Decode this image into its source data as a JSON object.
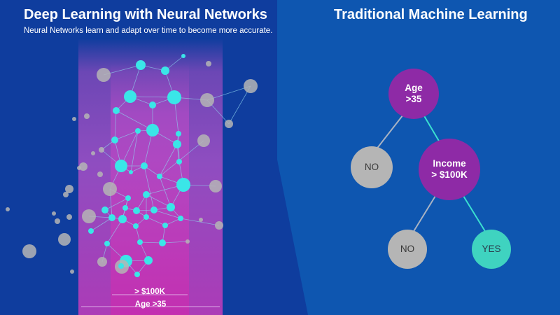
{
  "left_panel": {
    "title": "Deep Learning with Neural Networks",
    "subtitle": "Neural Networks learn and adapt over time to become more accurate.",
    "bands": {
      "inner_label": "> $100K",
      "outer_label": "Age >35"
    }
  },
  "right_panel": {
    "title": "Traditional Machine Learning",
    "tree": {
      "root": "Age\n>35",
      "left_leaf": "NO",
      "income_node": "Income\n> $100K",
      "income_left_leaf": "NO",
      "income_right_leaf": "YES"
    }
  },
  "colors": {
    "background": "#0f3d9e",
    "right_panel": "#0e56b0",
    "node_cyan": "#3ae6e8",
    "node_gray": "#b5b5b5",
    "decision_purple": "#8e2aa6",
    "leaf_yes": "#3fd3c0",
    "band_magenta": "#c04bc8"
  }
}
